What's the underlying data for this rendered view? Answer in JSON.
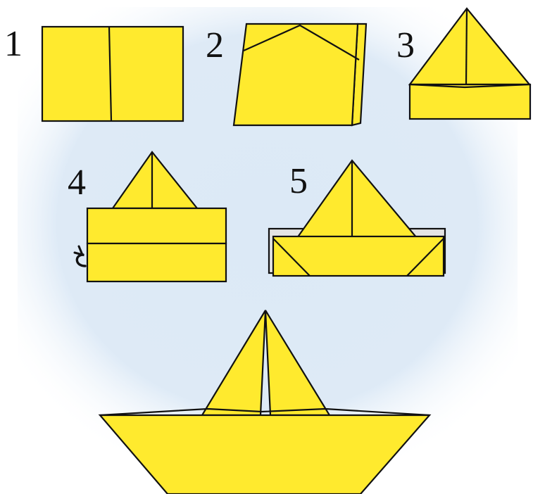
{
  "colors": {
    "paper": "#FFEA2E",
    "outline": "#111111",
    "backdrop": "#DCE9F6",
    "gray_fold": "#E4E4E4"
  },
  "steps": [
    {
      "number": "1"
    },
    {
      "number": "2"
    },
    {
      "number": "3"
    },
    {
      "number": "4"
    },
    {
      "number": "5"
    }
  ],
  "icons": {
    "fold_arrow": "curved-arrow-icon"
  }
}
